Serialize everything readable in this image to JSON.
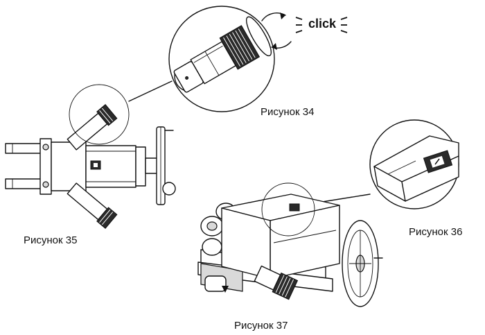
{
  "figures": {
    "fig34": {
      "caption": "Рисунок 34",
      "label_click": "click"
    },
    "fig35": {
      "caption": "Рисунок 35"
    },
    "fig36": {
      "caption": "Рисунок 36"
    },
    "fig37": {
      "caption": "Рисунок 37"
    }
  },
  "icons": [
    "rotation-arrow-icon",
    "click-sound-icon",
    "rocker-switch-icon",
    "arrow-down-icon"
  ]
}
